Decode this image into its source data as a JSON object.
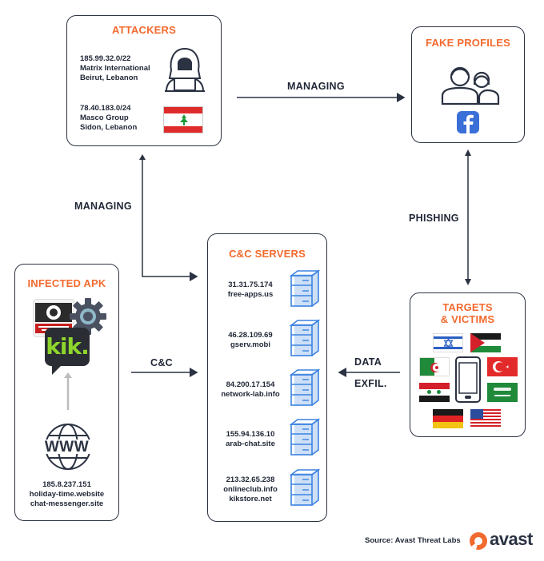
{
  "attackers": {
    "title": "ATTACKERS",
    "entry1": {
      "ip": "185.99.32.0/22",
      "org": "Matrix International",
      "loc": "Beirut, Lebanon"
    },
    "entry2": {
      "ip": "78.40.183.0/24",
      "org": "Masco Group",
      "loc": "Sidon, Lebanon"
    }
  },
  "fake_profiles": {
    "title": "FAKE PROFILES"
  },
  "infected_apk": {
    "title": "INFECTED APK",
    "kik_text": "kik.",
    "www_text": "WWW",
    "ip": "185.8.237.151",
    "domain1": "holiday-time.website",
    "domain2": "chat-messenger.site"
  },
  "cc_servers": {
    "title": "C&C SERVERS",
    "servers": [
      {
        "ip": "31.31.75.174",
        "domain": "free-apps.us"
      },
      {
        "ip": "46.28.109.69",
        "domain": "gserv.mobi"
      },
      {
        "ip": "84.200.17.154",
        "domain": "network-lab.info"
      },
      {
        "ip": "155.94.136.10",
        "domain": "arab-chat.site"
      },
      {
        "ip": "213.32.65.238",
        "domain": "onlineclub.info",
        "domain2": "kikstore.net"
      }
    ]
  },
  "targets": {
    "title1": "TARGETS",
    "title2": "& VICTIMS"
  },
  "arrows": {
    "managing_top": "MANAGING",
    "managing_left": "MANAGING",
    "phishing": "PHISHING",
    "cc": "C&C",
    "data": "DATA",
    "exfil": "EXFIL."
  },
  "footer": {
    "source": "Source: Avast Threat Labs",
    "brand": "avast"
  },
  "colors": {
    "accent": "#f26a2e",
    "dark": "#2b3242",
    "server_blue": "#3b82e0",
    "facebook": "#3b6fd8"
  }
}
